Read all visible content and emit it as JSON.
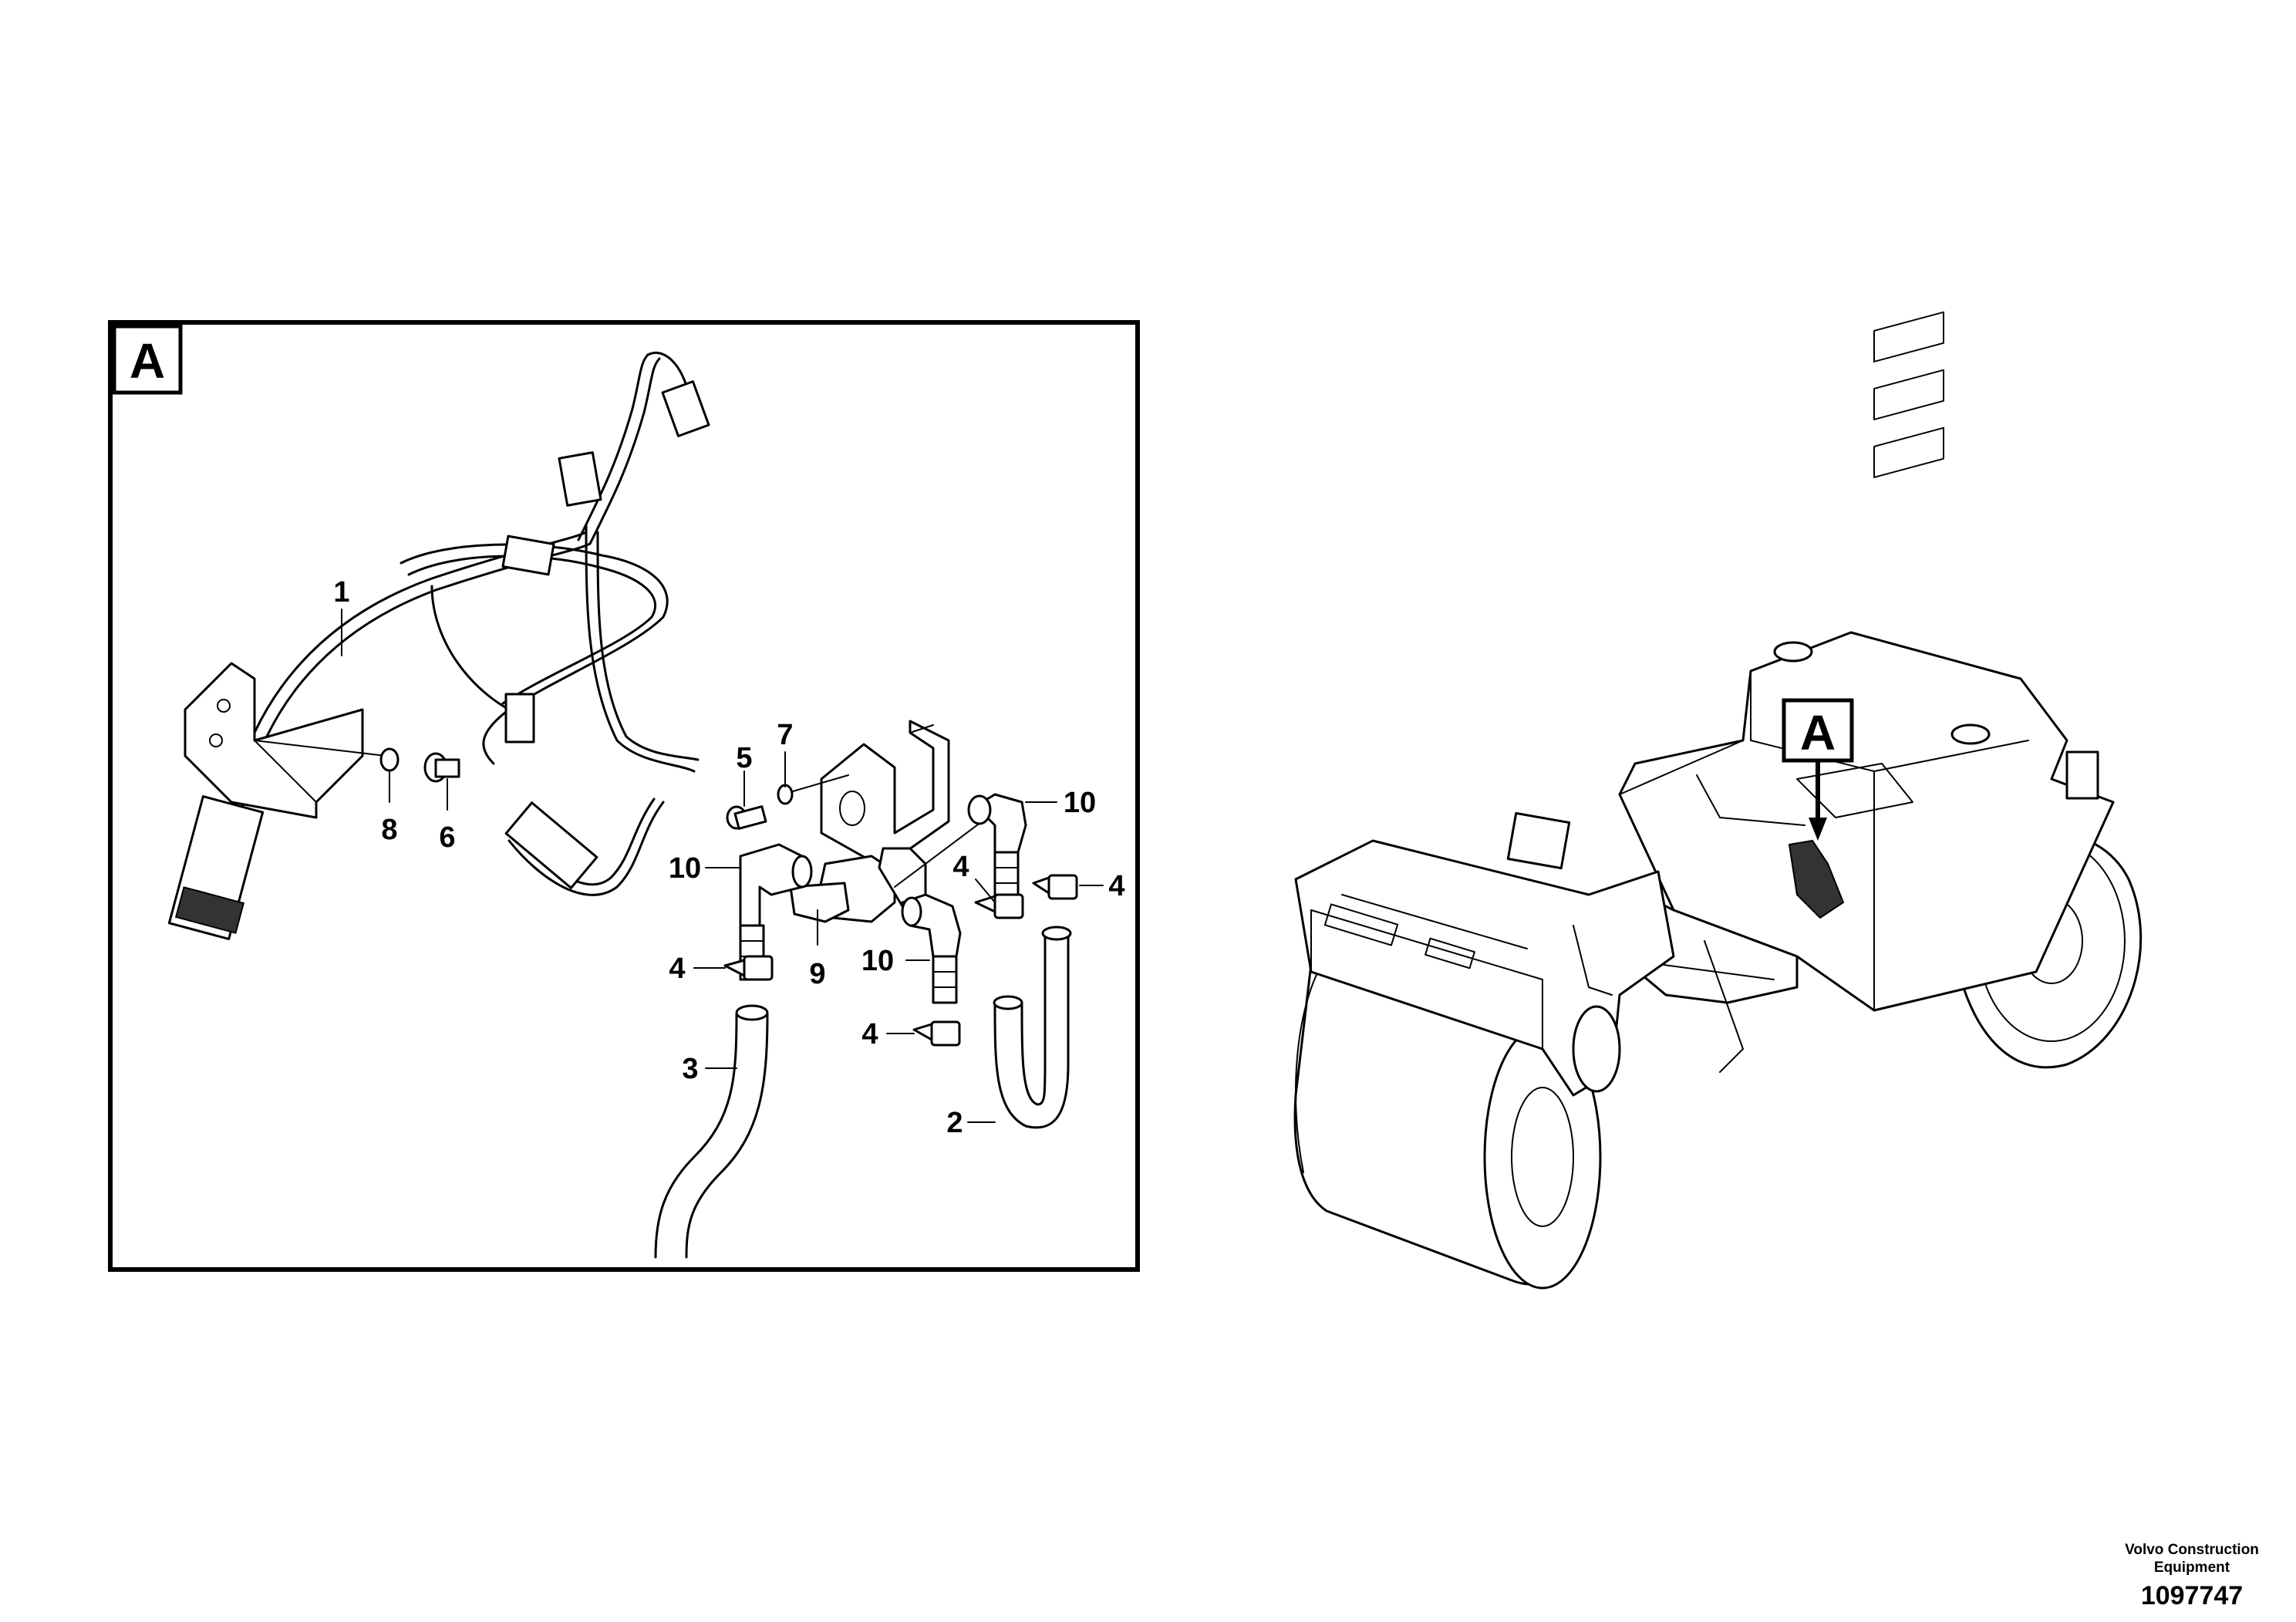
{
  "detail_view": {
    "letter": "A",
    "callouts": [
      "1",
      "2",
      "3",
      "4",
      "4",
      "4",
      "4",
      "5",
      "6",
      "7",
      "8",
      "9",
      "10",
      "10",
      "10"
    ]
  },
  "machine_view": {
    "detail_marker": "A"
  },
  "footer": {
    "brand_line1": "Volvo Construction",
    "brand_line2": "Equipment",
    "drawing_number": "1097747"
  }
}
